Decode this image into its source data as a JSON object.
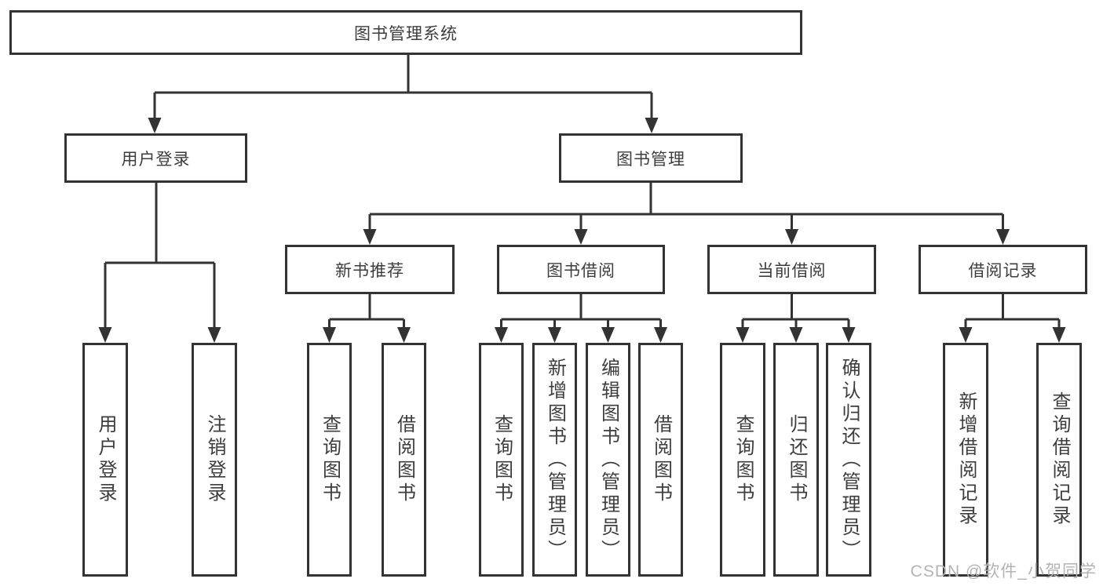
{
  "diagram": {
    "root": {
      "label": "图书管理系统"
    },
    "user_login": {
      "label": "用户登录",
      "children": {
        "login": {
          "label": "用户登录"
        },
        "logout": {
          "label": "注销登录"
        }
      }
    },
    "book_mgmt": {
      "label": "图书管理",
      "children": {
        "new_book_rec": {
          "label": "新书推荐",
          "children": {
            "query_book": {
              "label": "查询图书"
            },
            "borrow_book": {
              "label": "借阅图书"
            }
          }
        },
        "book_borrow": {
          "label": "图书借阅",
          "children": {
            "query_book": {
              "label": "查询图书"
            },
            "add_book": {
              "label": "新增图书（管理员）"
            },
            "edit_book": {
              "label": "编辑图书（管理员）"
            },
            "borrow_book": {
              "label": "借阅图书"
            }
          }
        },
        "current_borrow": {
          "label": "当前借阅",
          "children": {
            "query_book": {
              "label": "查询图书"
            },
            "return_book": {
              "label": "归还图书"
            },
            "confirm_return": {
              "label": "确认归还（管理员）"
            }
          }
        },
        "borrow_records": {
          "label": "借阅记录",
          "children": {
            "add_record": {
              "label": "新增借阅记录"
            },
            "query_record": {
              "label": "查询借阅记录"
            }
          }
        }
      }
    }
  },
  "watermark": {
    "text": "CSDN @软件_小贺同学"
  },
  "colors": {
    "line": "#333333",
    "box_border": "#333333",
    "box_fill": "#ffffff",
    "text": "#3d3d3d",
    "watermark": "#b3b3b3"
  }
}
